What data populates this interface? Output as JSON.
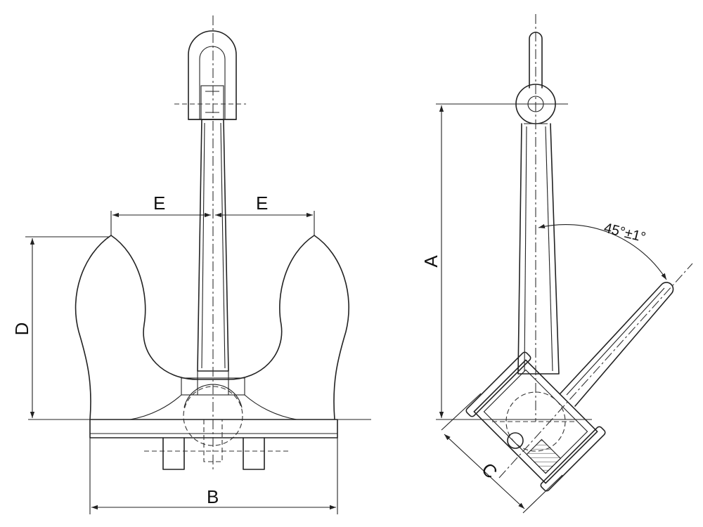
{
  "labels": {
    "dim_e_left": "E",
    "dim_e_right": "E",
    "dim_d": "D",
    "dim_b": "B",
    "dim_a": "A",
    "dim_c": "C",
    "angle": "45°±1°"
  }
}
